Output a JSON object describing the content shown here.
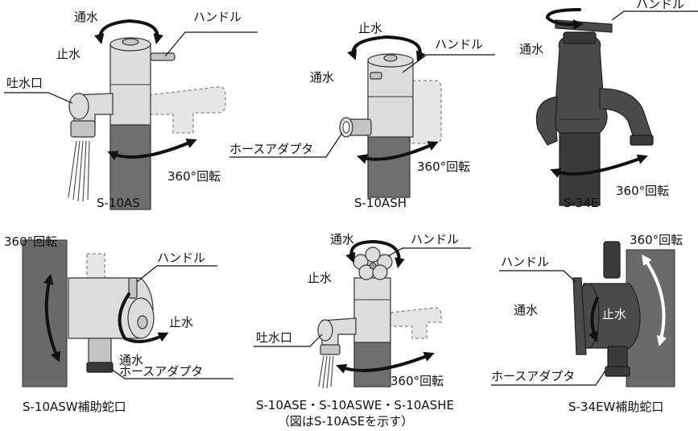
{
  "panels": [
    {
      "id": "s10as",
      "caption": "S-10AS",
      "labels": {
        "water_on": "通水",
        "water_off": "止水",
        "handle": "ハンドル",
        "spout": "吐水口",
        "rotate": "360°回転"
      }
    },
    {
      "id": "s10ash",
      "caption": "S-10ASH",
      "labels": {
        "water_off": "止水",
        "water_on": "通水",
        "handle": "ハンドル",
        "hose_adapter": "ホースアダプタ",
        "rotate": "360°回転"
      }
    },
    {
      "id": "s34e",
      "caption": "S-34E",
      "labels": {
        "handle": "ハンドル",
        "water_on": "通水",
        "rotate": "360°回転"
      }
    },
    {
      "id": "s10asw",
      "caption": "S-10ASW補助蛇口",
      "labels": {
        "rotate": "360°回転",
        "handle": "ハンドル",
        "water_off": "止水",
        "water_on": "通水",
        "hose_adapter": "ホースアダプタ"
      }
    },
    {
      "id": "s10ase",
      "caption": "S-10ASE・S-10ASWE・S-10ASHE",
      "subcaption": "（図はS-10ASEを示す）",
      "labels": {
        "water_on": "通水",
        "handle": "ハンドル",
        "water_off": "止水",
        "spout": "吐水口",
        "rotate": "360°回転"
      }
    },
    {
      "id": "s34ew",
      "caption": "S-34EW補助蛇口",
      "labels": {
        "rotate": "360°回転",
        "handle": "ハンドル",
        "water_on": "通水",
        "water_off": "止水",
        "hose_adapter": "ホースアダプタ"
      }
    }
  ]
}
